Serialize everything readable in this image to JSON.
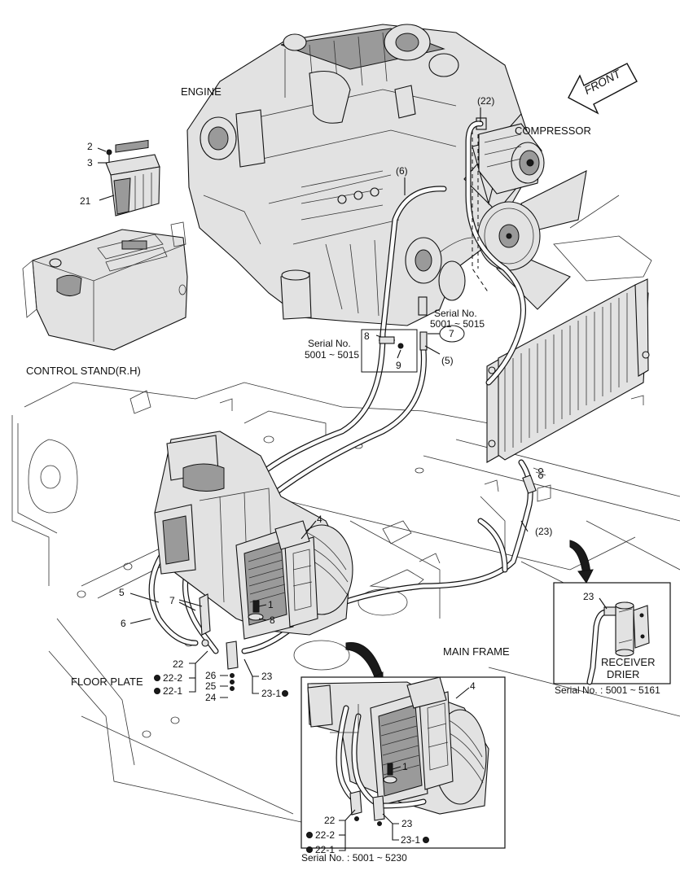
{
  "labels": {
    "engine": "ENGINE",
    "compressor": "COMPRESSOR",
    "front": "FRONT",
    "control_stand": "CONTROL STAND(R.H)",
    "main_frame": "MAIN FRAME",
    "floor_plate": "FLOOR PLATE",
    "receiver_drier_line1": "RECEIVER",
    "receiver_drier_line2": "DRIER"
  },
  "serials": {
    "left_line1": "Serial No.",
    "left_line2": "5001 ~ 5015",
    "right_line1": "Serial No.",
    "right_line2": "5001 ~ 5015",
    "receiver": "Serial No. : 5001 ~ 5161",
    "inset": "Serial No. : 5001 ~ 5230"
  },
  "callouts": {
    "c2": "2",
    "c3": "3",
    "c21": "21",
    "c22p": "(22)",
    "c6p": "(6)",
    "c5p": "(5)",
    "c23p": "(23)",
    "c7c": "7",
    "c8a": "8",
    "c9": "9",
    "c4": "4",
    "c1": "1",
    "c8b": "8",
    "c5": "5",
    "c6": "6",
    "c7": "7",
    "c22": "22",
    "c22_2": "22-2",
    "c22_1": "22-1",
    "c26": "26",
    "c25": "25",
    "c24": "24",
    "c23": "23",
    "c23_1": "23-1",
    "r23": "23",
    "i4": "4",
    "i1": "1",
    "i22": "22",
    "i22_2": "22-2",
    "i22_1": "22-1",
    "i23": "23",
    "i23_1": "23-1"
  },
  "icons": [
    "front-arrow-icon",
    "engine-icon",
    "compressor-icon",
    "condenser-icon",
    "heater-unit-icon",
    "control-panel-icon",
    "receiver-drier-icon"
  ]
}
